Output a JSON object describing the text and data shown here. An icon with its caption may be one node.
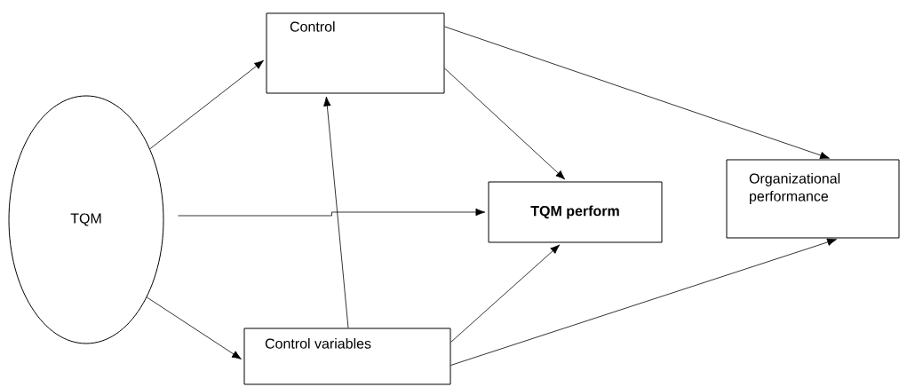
{
  "diagram": {
    "nodes": [
      {
        "text": [
          "TQM"
        ]
      },
      {
        "text": [
          "Control"
        ]
      },
      {
        "text": [
          "TQM perform"
        ]
      },
      {
        "text": [
          "Organizational performance"
        ]
      },
      {
        "text": [
          "Control variables"
        ]
      }
    ],
    "edges": [
      {
        "from": 0,
        "to": 1,
        "arrow": "to"
      },
      {
        "from": 0,
        "to": 2,
        "arrow": "to"
      },
      {
        "from": 0,
        "to": 4,
        "arrow": "to"
      },
      {
        "from": 1,
        "to": 2,
        "arrow": "to"
      },
      {
        "from": 1,
        "to": 3,
        "arrow": "to"
      },
      {
        "from": 4,
        "to": 1,
        "arrow": "to"
      },
      {
        "from": 4,
        "to": 2,
        "arrow": "to"
      },
      {
        "from": 4,
        "to": 3,
        "arrow": "to"
      }
    ]
  }
}
